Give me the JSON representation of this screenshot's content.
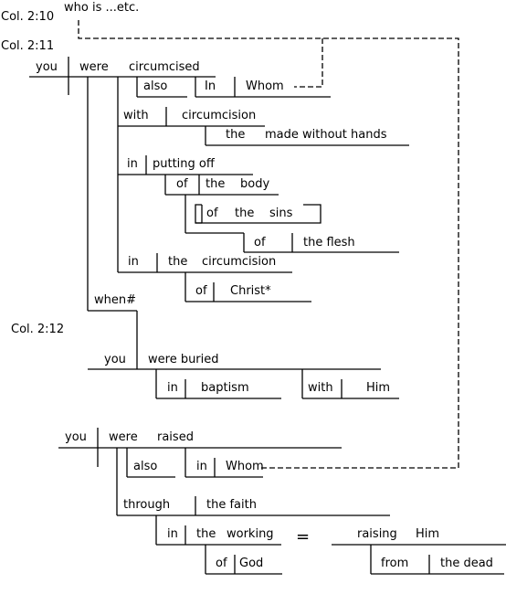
{
  "refs": {
    "col210": "Col. 2:10",
    "col211": "Col. 2:11",
    "col212": "Col. 2:12"
  },
  "words": {
    "who_is": "who   is   ...etc.",
    "you_1": "you",
    "were_1": "were",
    "circumcised": "circumcised",
    "also_1": "also",
    "in_1": "In",
    "whom_1": "Whom",
    "with_1": "with",
    "circumcision_1": "circumcision",
    "the_1": "the",
    "made_without_hands": "made   without    hands",
    "in_2": "in",
    "putting_off": "putting   off",
    "of_1": "of",
    "the_2": "the",
    "body": "body",
    "of_2": "of",
    "the_3": "the",
    "sins": "sins",
    "of_3": "of",
    "the_flesh": "the  flesh",
    "in_3": "in",
    "the_4": "the",
    "circumcision_2": "circumcision",
    "of_4": "of",
    "christ": "Christ*",
    "when": "when#",
    "you_2": "you",
    "were_buried": "were buried",
    "in_4": "in",
    "baptism": "baptism",
    "with_2": "with",
    "him_1": "Him",
    "you_3": "you",
    "were_2": "were",
    "raised": "raised",
    "also_2": "also",
    "in_5": "in",
    "whom_2": "Whom",
    "through": "through",
    "the_faith": "the faith",
    "in_6": "in",
    "the_5": "the",
    "working": "working",
    "equals": "=",
    "raising": "raising",
    "him_2": "Him",
    "of_5": "of",
    "god": "God",
    "from": "from",
    "the_dead": "the dead"
  }
}
